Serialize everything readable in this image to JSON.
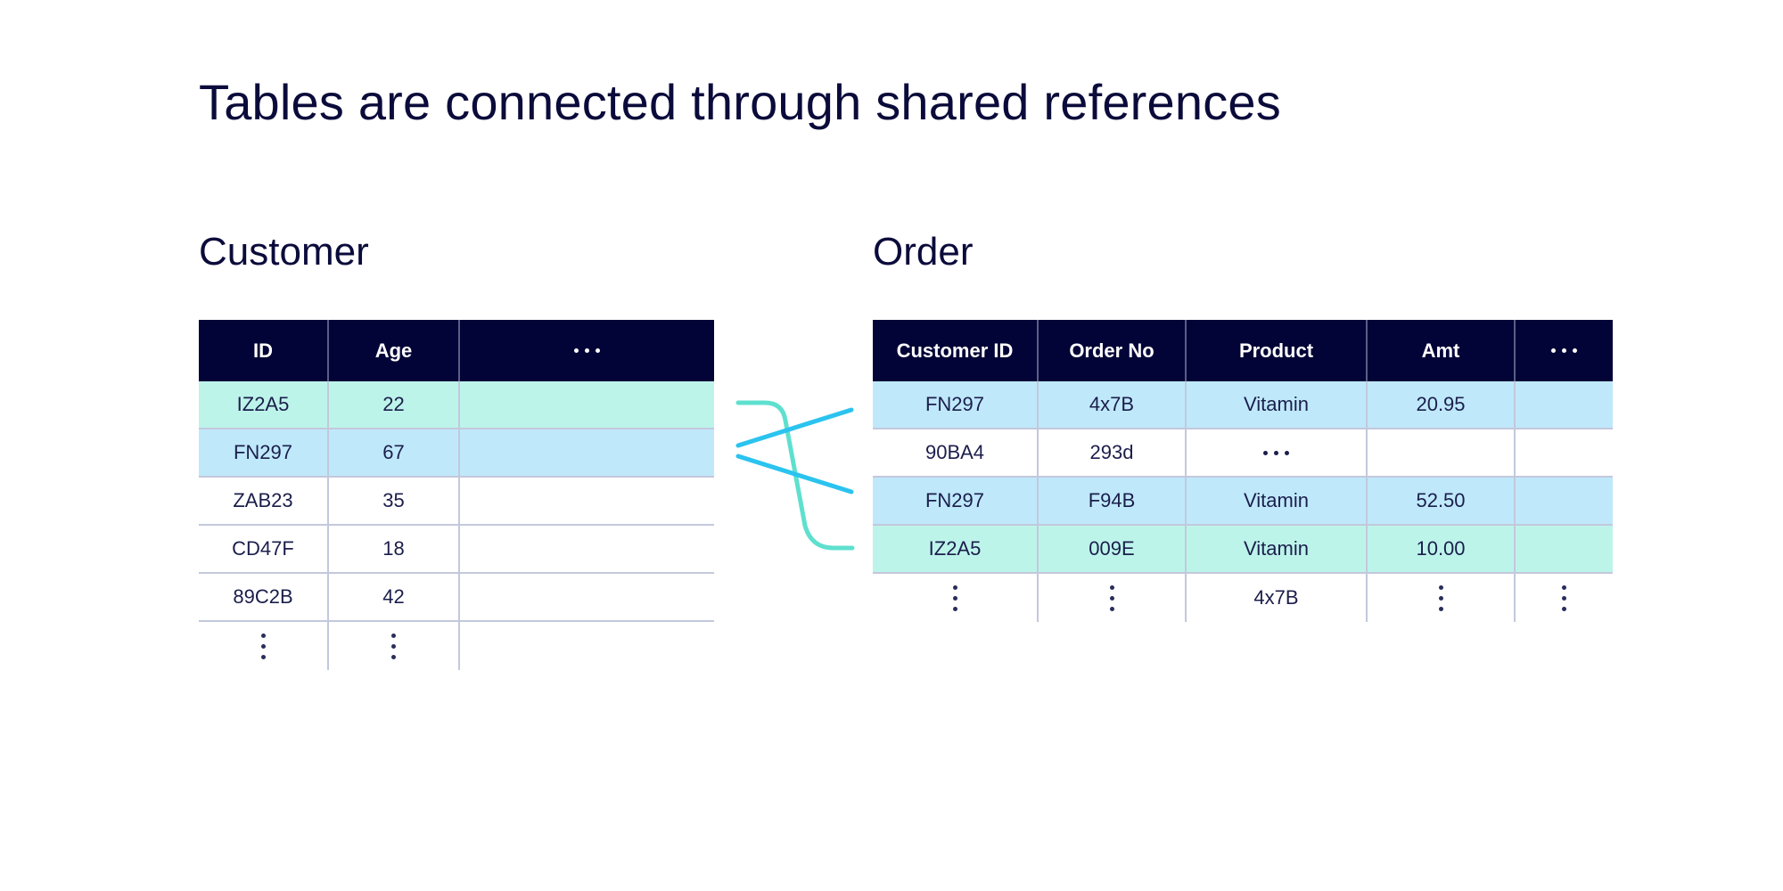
{
  "title": "Tables are connected through shared references",
  "colors": {
    "header_bg": "#020336",
    "green_row": "#bdf4ea",
    "blue_row": "#bfe9fb",
    "green_line": "#5fe0cf",
    "blue_line": "#2bc3ef"
  },
  "customer": {
    "caption": "Customer",
    "headers": [
      "ID",
      "Age",
      "more-columns-icon"
    ],
    "rows": [
      {
        "id": "IZ2A5",
        "age": "22",
        "highlight": "green"
      },
      {
        "id": "FN297",
        "age": "67",
        "highlight": "blue"
      },
      {
        "id": "ZAB23",
        "age": "35",
        "highlight": "none"
      },
      {
        "id": "CD47F",
        "age": "18",
        "highlight": "none"
      },
      {
        "id": "89C2B",
        "age": "42",
        "highlight": "none"
      }
    ]
  },
  "order": {
    "caption": "Order",
    "headers": [
      "Customer ID",
      "Order No",
      "Product",
      "Amt",
      "more-columns-icon"
    ],
    "rows": [
      {
        "customer_id": "FN297",
        "order_no": "4x7B",
        "product": "Vitamin",
        "amt": "20.95",
        "highlight": "blue"
      },
      {
        "customer_id": "90BA4",
        "order_no": "293d",
        "product": "",
        "amt": "",
        "highlight": "none"
      },
      {
        "customer_id": "FN297",
        "order_no": "F94B",
        "product": "Vitamin",
        "amt": "52.50",
        "highlight": "blue"
      },
      {
        "customer_id": "IZ2A5",
        "order_no": "009E",
        "product": "Vitamin",
        "amt": "10.00",
        "highlight": "green"
      }
    ],
    "last_row_product": "4x7B"
  }
}
